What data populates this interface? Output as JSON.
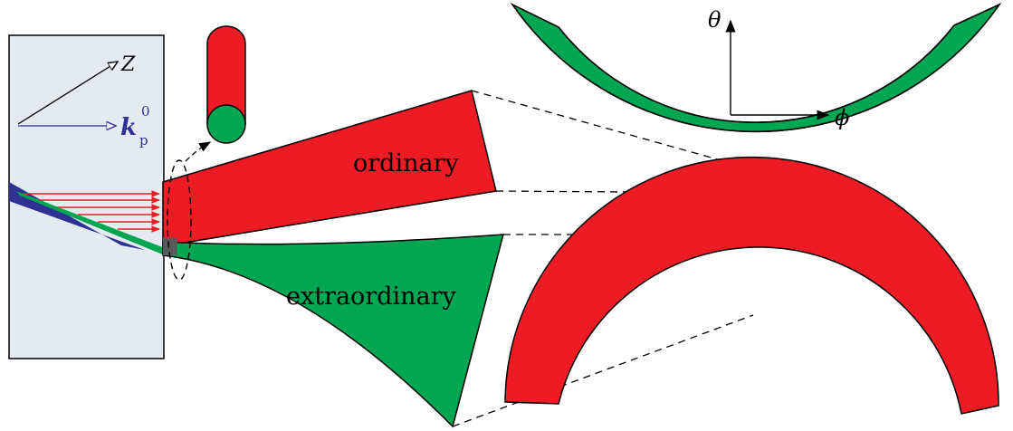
{
  "labels": {
    "ordinary": "ordinary",
    "extraordinary": "extraordinary",
    "theta_axis": "θ",
    "phi_axis": "ϕ",
    "z_axis": "Z",
    "kp_symbol": "k",
    "kp_subscript": "p",
    "kp_superscript": "0"
  },
  "colors": {
    "ordinary": "#ed1c24",
    "extraordinary": "#00a651",
    "overlap": "#58595b",
    "crystal": "#e4eaef",
    "pump": "#2e3192"
  }
}
